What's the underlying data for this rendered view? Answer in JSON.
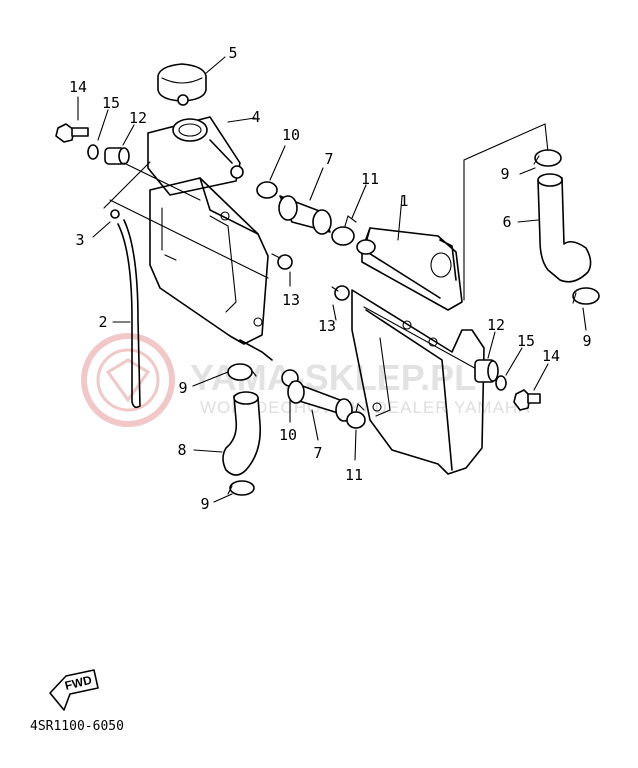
{
  "diagram_code": "4SR1100-6050",
  "watermark": {
    "line1": "YAMA-SKLEP.PL",
    "line2": "WORLDECHOWSKI DEALER YAMAHA"
  },
  "fwd_label": "FWD",
  "callouts": [
    {
      "id": "c5",
      "number": "5"
    },
    {
      "id": "c14a",
      "number": "14"
    },
    {
      "id": "c15a",
      "number": "15"
    },
    {
      "id": "c12a",
      "number": "12"
    },
    {
      "id": "c4",
      "number": "4"
    },
    {
      "id": "c10a",
      "number": "10"
    },
    {
      "id": "c7a",
      "number": "7"
    },
    {
      "id": "c11a",
      "number": "11"
    },
    {
      "id": "c1",
      "number": "1"
    },
    {
      "id": "c9a",
      "number": "9"
    },
    {
      "id": "c6",
      "number": "6"
    },
    {
      "id": "c3",
      "number": "3"
    },
    {
      "id": "c13a",
      "number": "13"
    },
    {
      "id": "c13b",
      "number": "13"
    },
    {
      "id": "c2",
      "number": "2"
    },
    {
      "id": "c12b",
      "number": "12"
    },
    {
      "id": "c15b",
      "number": "15"
    },
    {
      "id": "c14b",
      "number": "14"
    },
    {
      "id": "c9b",
      "number": "9"
    },
    {
      "id": "c9c",
      "number": "9"
    },
    {
      "id": "c10b",
      "number": "10"
    },
    {
      "id": "c7b",
      "number": "7"
    },
    {
      "id": "c8",
      "number": "8"
    },
    {
      "id": "c11b",
      "number": "11"
    },
    {
      "id": "c9d",
      "number": "9"
    }
  ]
}
